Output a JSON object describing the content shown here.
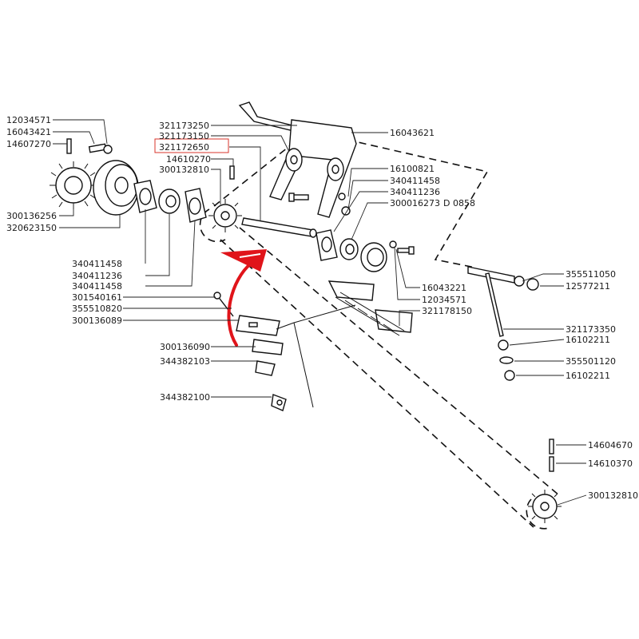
{
  "labels": {
    "l12034571_top": "12034571",
    "l16043421": "16043421",
    "l14607270": "14607270",
    "l300136256": "300136256",
    "l320623150": "320623150",
    "l321173250": "321173250",
    "l321173150": "321173150",
    "l321172650": "321172650",
    "l14610270": "14610270",
    "l300132810_top": "300132810",
    "l16043621": "16043621",
    "l16100821": "16100821",
    "l340411458_right": "340411458",
    "l340411236_right": "340411236",
    "l300016273": "300016273",
    "l340411458_a": "340411458",
    "l340411236_left": "340411236",
    "l340411458_b": "340411458",
    "l301540161": "301540161",
    "l355510820": "355510820",
    "l300136089": "300136089",
    "l300136090": "300136090",
    "l344382103": "344382103",
    "l344382100": "344382100",
    "l16043221": "16043221",
    "l12034571_mid": "12034571",
    "l321178150": "321178150",
    "l355511050": "355511050",
    "l12577211": "12577211",
    "l321173350": "321173350",
    "l16102211_a": "16102211",
    "l355501120": "355501120",
    "l16102211_b": "16102211",
    "l14604670": "14604670",
    "l14610370": "14610370",
    "l300132810_bottom": "300132810",
    "drawing_code": "D 0858"
  },
  "highlight": {
    "box_color": "#d9342b",
    "arrow_color": "#e0141a",
    "highlighted_part": "321172650"
  }
}
